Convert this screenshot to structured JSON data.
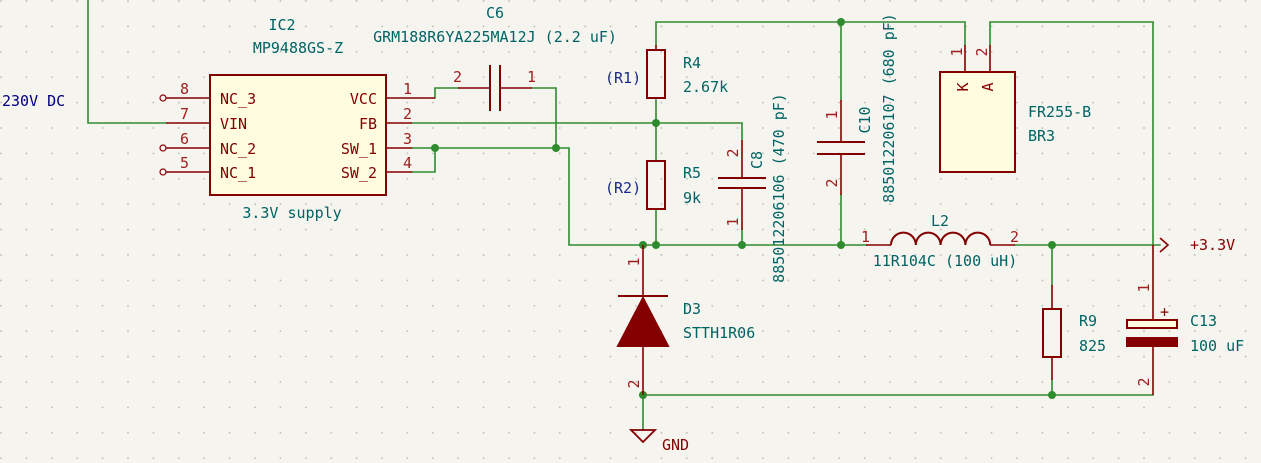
{
  "labels": {
    "input_net": "230V DC",
    "ic2_ref": "IC2",
    "ic2_value": "MP9488GS-Z",
    "ic2_desc": "3.3V supply",
    "ic2_pins": [
      {
        "num": "8",
        "name": "NC_3"
      },
      {
        "num": "7",
        "name": "VIN"
      },
      {
        "num": "6",
        "name": "NC_2"
      },
      {
        "num": "5",
        "name": "NC_1"
      },
      {
        "num": "1",
        "name": "VCC"
      },
      {
        "num": "2",
        "name": "FB"
      },
      {
        "num": "3",
        "name": "SW_1"
      },
      {
        "num": "4",
        "name": "SW_2"
      }
    ],
    "c6_ref": "C6",
    "c6_value": "GRM188R6YA225MA12J (2.2 uF)",
    "c6_pin_left": "2",
    "c6_pin_right": "1",
    "r4_ref": "R4",
    "r4_value": "2.67k",
    "r4_alias": "(R1)",
    "r5_ref": "R5",
    "r5_value": "9k",
    "r5_alias": "(R2)",
    "c8_ref": "C8",
    "c8_value": "885012206106 (470 pF)",
    "c8_pin_top": "2",
    "c8_pin_bottom": "1",
    "c10_ref": "C10",
    "c10_value": "885012206107 (680 pF)",
    "c10_pin_top": "1",
    "c10_pin_bottom": "2",
    "br3_ref": "BR3",
    "br3_value": "FR255-B",
    "br3_pin1": "1",
    "br3_pin2": "2",
    "br3_k": "K",
    "br3_a": "A",
    "l2_ref": "L2",
    "l2_value": "11R104C (100 uH)",
    "l2_pin1": "1",
    "l2_pin2": "2",
    "d3_ref": "D3",
    "d3_value": "STTH1R06",
    "d3_pin_top": "1",
    "d3_pin_bottom": "2",
    "r9_ref": "R9",
    "r9_value": "825",
    "c13_ref": "C13",
    "c13_value": "100 uF",
    "c13_pin_top": "1",
    "c13_pin_bottom": "2",
    "c13_plus": "+",
    "out_net": "+3.3V",
    "gnd": "GND"
  }
}
